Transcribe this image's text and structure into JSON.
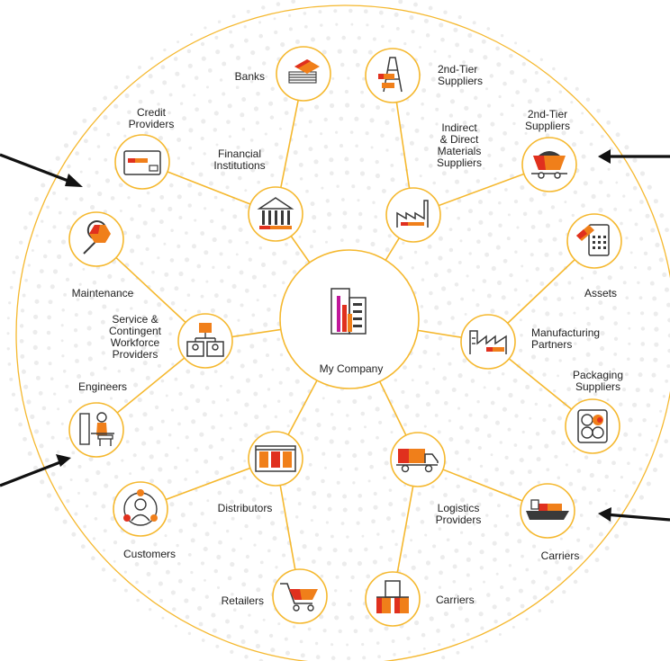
{
  "diagram": {
    "colors": {
      "accent": "#f5b82e",
      "orange": "#f07f1a",
      "red": "#e0301e",
      "dark": "#3a3a3a",
      "magenta": "#c0179a"
    },
    "center": {
      "label": "My Company",
      "icon": "office-building-icon"
    },
    "nodes": [
      {
        "id": "financial",
        "label": "Financial\nInstitutions",
        "icon": "bank-icon"
      },
      {
        "id": "indirect",
        "label": "Indirect\n& Direct\nMaterials\nSuppliers",
        "icon": "factory-icon"
      },
      {
        "id": "manufacturing",
        "label": "Manufacturing\nPartners",
        "icon": "manufacturing-plant-icon"
      },
      {
        "id": "logistics",
        "label": "Logistics\nProviders",
        "icon": "truck-icon"
      },
      {
        "id": "distributors",
        "label": "Distributors",
        "icon": "warehouse-icon"
      },
      {
        "id": "service",
        "label": "Service &\nContingent\nWorkforce\nProviders",
        "icon": "org-chart-icon"
      },
      {
        "id": "banks",
        "label": "Banks",
        "icon": "money-stack-icon"
      },
      {
        "id": "credit",
        "label": "Credit\nProviders",
        "icon": "credit-card-icon"
      },
      {
        "id": "tier2a",
        "label": "2nd-Tier\nSuppliers",
        "icon": "oil-rig-icon"
      },
      {
        "id": "tier2b",
        "label": "2nd-Tier\nSuppliers",
        "icon": "mine-cart-icon"
      },
      {
        "id": "assets",
        "label": "Assets",
        "icon": "calculator-icon"
      },
      {
        "id": "packaging",
        "label": "Packaging\nSuppliers",
        "icon": "rolls-icon"
      },
      {
        "id": "carriers_ship",
        "label": "Carriers",
        "icon": "cargo-ship-icon"
      },
      {
        "id": "carriers_box",
        "label": "Carriers",
        "icon": "boxes-icon"
      },
      {
        "id": "retailers",
        "label": "Retailers",
        "icon": "shopping-cart-icon"
      },
      {
        "id": "customers",
        "label": "Customers",
        "icon": "customers-icon"
      },
      {
        "id": "engineers",
        "label": "Engineers",
        "icon": "engineer-icon"
      },
      {
        "id": "maintenance",
        "label": "Maintenance",
        "icon": "wrench-icon"
      }
    ]
  }
}
